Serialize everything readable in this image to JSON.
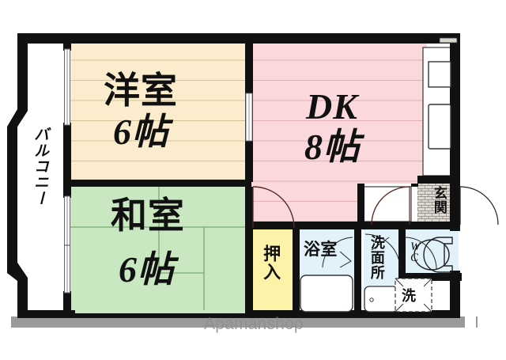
{
  "document": {
    "type": "floor-plan",
    "watermark": "Apamanshop"
  },
  "rooms": [
    {
      "id": "western-room",
      "name_line1": "洋室",
      "name_line2": "6帖",
      "color": "#faeccd",
      "flooring": "horizontal-lines"
    },
    {
      "id": "japanese-room",
      "name_line1": "和室",
      "name_line2": "6帖",
      "color": "#c9e8c2",
      "flooring": "tatami"
    },
    {
      "id": "dining-kitchen",
      "name_line1": "DK",
      "name_line2": "8帖",
      "color": "#fad8dc",
      "flooring": "horizontal-lines"
    },
    {
      "id": "balcony",
      "name": "バルコニー",
      "color": "#ffffff"
    },
    {
      "id": "closet",
      "name": "押入",
      "color": "#fdf3a8"
    },
    {
      "id": "bathroom",
      "name": "浴室",
      "color": "#e2f2fb"
    },
    {
      "id": "washroom",
      "name": "洗面所",
      "color": "#e2f2fb"
    },
    {
      "id": "toilet",
      "name": "WC",
      "color": "#e2f2fb"
    },
    {
      "id": "entrance",
      "name": "玄関",
      "color": "#ded9d2"
    },
    {
      "id": "washer-space",
      "name": "洗",
      "color": "#ffffff"
    }
  ],
  "labels": {
    "western_room_top": "洋室",
    "western_room_bottom": "6帖",
    "japanese_room_top": "和室",
    "japanese_room_bottom": "6帖",
    "dk_top": "DK",
    "dk_bottom": "8帖",
    "balcony": "バルコニー",
    "closet": "押入",
    "bathroom": "浴室",
    "washroom": "洗面所",
    "toilet_w": "W",
    "toilet_c": "C",
    "entrance": "玄関",
    "washer": "洗"
  },
  "fixtures": [
    {
      "id": "kitchen-sink",
      "name": "sink"
    },
    {
      "id": "kitchen-stove",
      "name": "stove"
    },
    {
      "id": "bathtub",
      "name": "bathtub"
    },
    {
      "id": "vanity-sink",
      "name": "vanity-sink"
    },
    {
      "id": "toilet-bowl",
      "name": "toilet-bowl"
    },
    {
      "id": "washer-pan",
      "name": "washing-machine-pan"
    }
  ],
  "colors": {
    "wall": "#111111",
    "western_room": "#faeccd",
    "japanese_room": "#c9e8c2",
    "dining_kitchen": "#fad8dc",
    "wet_area": "#e2f2fb",
    "closet": "#fdf3a8",
    "entrance": "#ded9d2",
    "shadow": "#9a9a9a",
    "watermark": "#8e8e8e"
  }
}
